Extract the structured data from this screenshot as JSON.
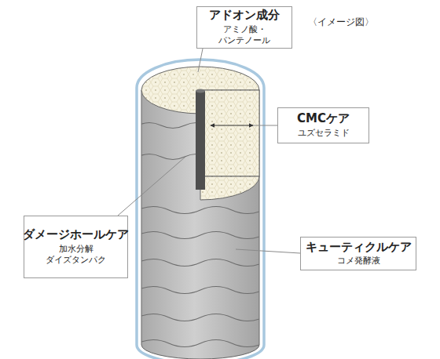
{
  "diagram": {
    "nodes": [
      {
        "text": [
          "アドオン成分",
          "アミノ酸・パンテノール"
        ]
      },
      {
        "text": [
          "CMCケア",
          "ユズセラミド"
        ]
      },
      {
        "text": [
          "ダメージホールケア",
          "加水分解 ダイズタンパク"
        ]
      },
      {
        "text": [
          "キューティクルケア",
          "コメ発酵液"
        ]
      }
    ],
    "labels": [
      "〈イメージ図〉"
    ]
  }
}
